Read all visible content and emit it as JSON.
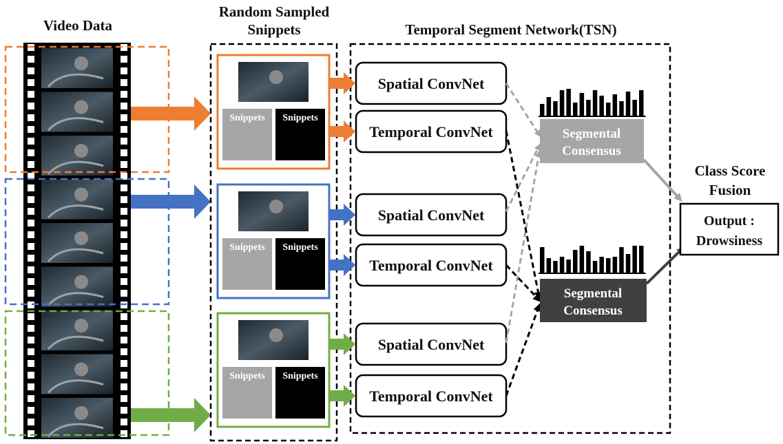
{
  "headers": {
    "video_data": "Video Data",
    "random_line1": "Random Sampled",
    "random_line2": "Snippets",
    "tsn": "Temporal Segment Network(TSN)",
    "class_line1": "Class Score",
    "class_line2": "Fusion"
  },
  "snippet_label": "Snippets",
  "groups": [
    {
      "color": "#ED7D31",
      "spatial": "Spatial ConvNet",
      "temporal": "Temporal ConvNet"
    },
    {
      "color": "#4472C4",
      "spatial": "Spatial ConvNet",
      "temporal": "Temporal ConvNet"
    },
    {
      "color": "#70AD47",
      "spatial": "Spatial ConvNet",
      "temporal": "Temporal ConvNet"
    }
  ],
  "consensus": [
    {
      "line1": "Segmental",
      "line2": "Consensus",
      "color": "#A6A6A6"
    },
    {
      "line1": "Segmental",
      "line2": "Consensus",
      "color": "#404040"
    }
  ],
  "output": {
    "line1": "Output :",
    "line2": "Drowsiness"
  },
  "score_bars": [
    [
      0.45,
      0.7,
      0.55,
      0.95,
      1.0,
      0.5,
      0.85,
      0.6,
      0.95,
      0.75,
      0.5,
      0.8,
      0.55,
      0.9,
      0.6,
      0.95
    ],
    [
      0.95,
      0.55,
      0.45,
      0.6,
      0.5,
      0.85,
      1.0,
      0.8,
      0.45,
      0.6,
      0.55,
      0.6,
      0.95,
      0.7,
      1.0,
      1.0
    ]
  ]
}
